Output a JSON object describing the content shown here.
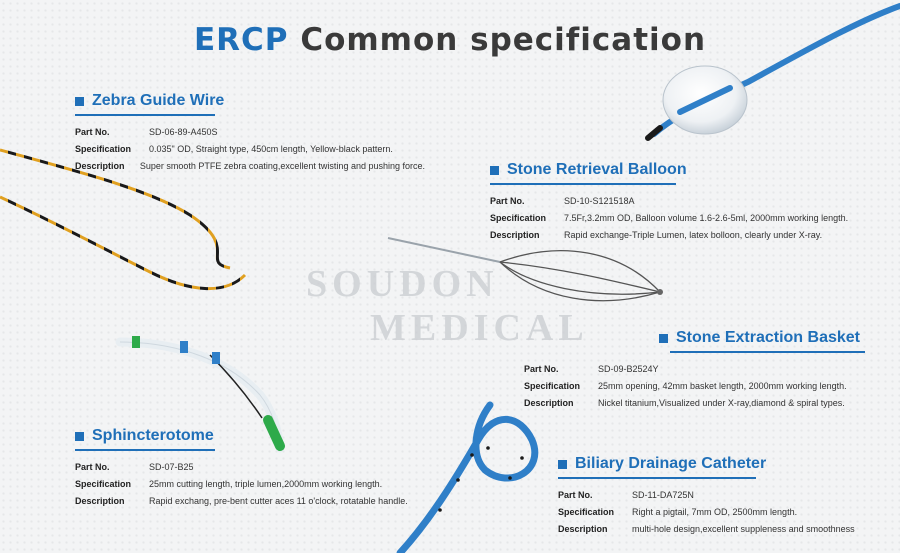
{
  "title": {
    "accent": "ERCP",
    "rest": "Common specification"
  },
  "watermark": {
    "line1": "SOUDON",
    "line2": "MEDICAL"
  },
  "labels": {
    "part_no": "Part No.",
    "specification": "Specification",
    "description": "Description"
  },
  "products": [
    {
      "name": "Zebra Guide Wire",
      "part_no": "SD-06-89-A450S",
      "specification": "0.035\" OD, Straight type, 450cm length, Yellow-black pattern.",
      "description": "Super smooth PTFE zebra coating,excellent twisting and pushing force."
    },
    {
      "name": "Stone Retrieval Balloon",
      "part_no": "SD-10-S121518A",
      "specification": "7.5Fr,3.2mm OD, Balloon volume 1.6-2.6-5ml, 2000mm working length.",
      "description": "Rapid exchange-Triple Lumen, latex bolloon, clearly under X-ray."
    },
    {
      "name": "Stone Extraction Basket",
      "part_no": "SD-09-B2524Y",
      "specification": "25mm opening, 42mm basket length, 2000mm working length.",
      "description": "Nickel titanium,Visualized under X-ray,diamond & spiral types."
    },
    {
      "name": "Sphincterotome",
      "part_no": "SD-07-B25",
      "specification": "25mm cutting length, triple lumen,2000mm working length.",
      "description": "Rapid exchang, pre-bent cutter aces 11 o'clock, rotatable handle."
    },
    {
      "name": "Biliary Drainage Catheter",
      "part_no": "SD-11-DA725N",
      "specification": "Right a pigtail, 7mm OD, 2500mm length.",
      "description": "multi-hole design,excellent suppleness and smoothness"
    }
  ],
  "colors": {
    "accent": "#1f6fb8",
    "catheter_blue": "#2f7fc8",
    "zebra_yellow": "#e0a020",
    "sleeve_green": "#2eaa4a"
  },
  "illustrations": [
    "guide-wire-illustration",
    "balloon-catheter-illustration",
    "basket-illustration",
    "sphincterotome-illustration",
    "pigtail-stent-illustration"
  ]
}
